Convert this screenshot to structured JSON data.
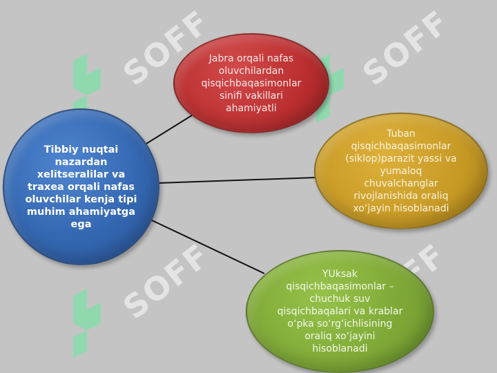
{
  "diagram": {
    "center_node": {
      "text": "Tibbiy nuqtai\nnazardan\nxelitseralilar va\ntraxea orqali nafas\noluvchilar kenja tipi\nmuhim ahamiyatga\nega",
      "color": "#3467b1"
    },
    "branches": [
      {
        "text": "Jabra orqali nafas\noluvchilardan\nqisqichbaqasimonlar\nsinifi vakillari\nahamiyatli",
        "color": "#bb2f30"
      },
      {
        "text": "Tuban\nqisqichbaqasimonlar\n(siklop)parazit yassi va\nyumaloq\nchuvalchanglar\nrivojlanishida oraliq\nxo‘jayin hisoblanadi",
        "color": "#c79a25"
      },
      {
        "text": "YUksak\nqisqichbaqasimonlar –\nchuchuk suv\nqisqichbaqalari va krablar\no‘pka so‘rg‘ichlisining\noraliq xo‘jayini\nhisoblanadi",
        "color": "#7ea836"
      }
    ]
  },
  "watermark": {
    "text": "SOFF",
    "logo_color": "#7fe0a8"
  },
  "colors": {
    "background": "#c4c4c4",
    "connector": "#111111"
  }
}
